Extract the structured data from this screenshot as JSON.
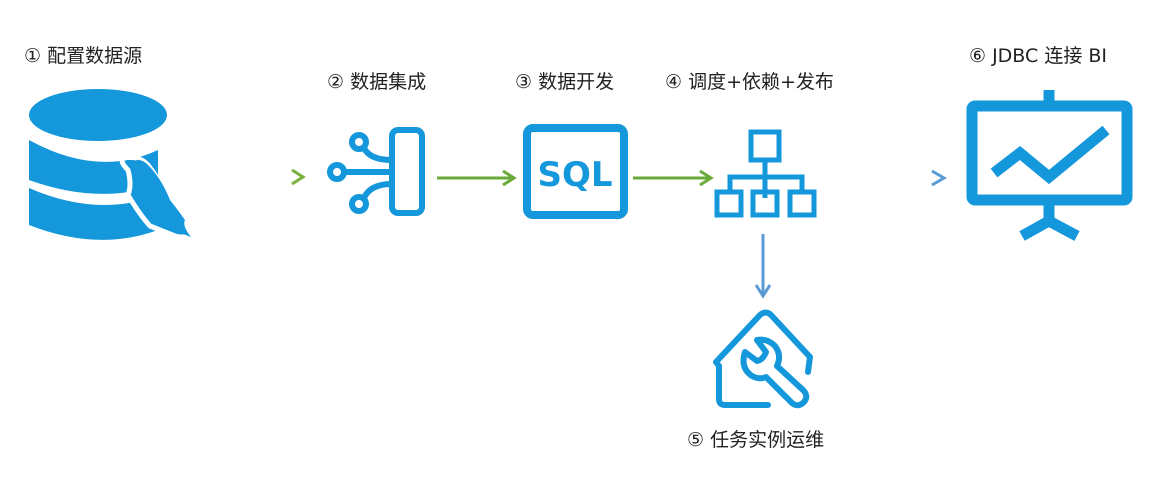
{
  "steps": [
    {
      "label": "① 配置数据源",
      "icon": "database-mysql-icon"
    },
    {
      "label": "② 数据集成",
      "icon": "data-integration-icon"
    },
    {
      "label": "③ 数据开发",
      "icon": "sql-icon",
      "icon_text": "SQL"
    },
    {
      "label": "④ 调度+依赖+发布",
      "icon": "hierarchy-icon"
    },
    {
      "label": "⑤ 任务实例运维",
      "icon": "house-wrench-icon"
    },
    {
      "label": "⑥ JDBC 连接 BI",
      "icon": "presentation-chart-icon"
    }
  ],
  "colors": {
    "icon": "#1597dc",
    "arrow_green": "#6aaa3a",
    "arrow_brown": "#b5773a",
    "arrow_teal": "#4cd07a",
    "arrow_blue": "#5b9bd5",
    "text": "#222222"
  }
}
